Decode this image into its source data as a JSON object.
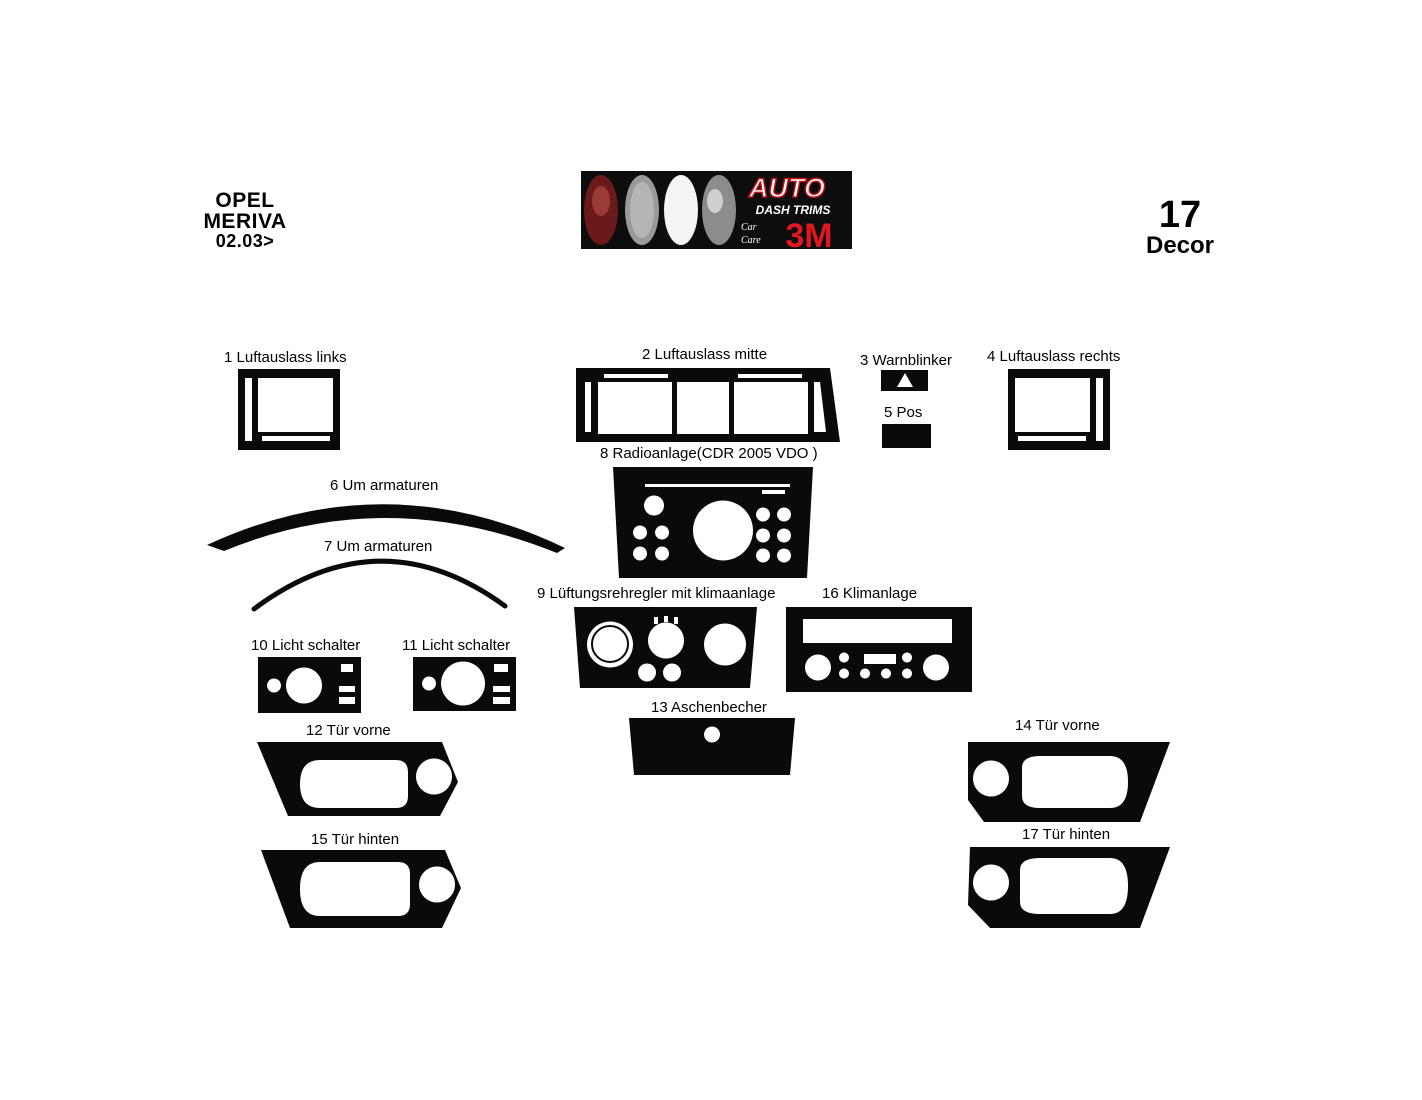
{
  "header": {
    "make": "OPEL",
    "model": "MERIVA",
    "year": "02.03>",
    "piece_count": "17",
    "piece_count_label": "Decor"
  },
  "logo": {
    "line1": "AUTO",
    "line2": "DASH TRIMS",
    "line3": "Car",
    "line4": "Care",
    "brand": "3M"
  },
  "parts": [
    {
      "label": "1  Luftauslass links"
    },
    {
      "label": "2  Luftauslass mitte"
    },
    {
      "label": "3 Warnblinker"
    },
    {
      "label": "4  Luftauslass rechts"
    },
    {
      "label": "5 Pos"
    },
    {
      "label": "6  Um armaturen"
    },
    {
      "label": "7  Um armaturen"
    },
    {
      "label": "8 Radioanlage(CDR 2005 VDO )"
    },
    {
      "label": "9  Lüftungsrehregler mit klimaanlage"
    },
    {
      "label": "10  Licht schalter"
    },
    {
      "label": "11  Licht schalter"
    },
    {
      "label": "12  Tür vorne"
    },
    {
      "label": "13  Aschenbecher"
    },
    {
      "label": "14  Tür vorne"
    },
    {
      "label": "15  Tür hinten"
    },
    {
      "label": "16  Klimanlage"
    },
    {
      "label": "17  Tür hinten"
    }
  ]
}
